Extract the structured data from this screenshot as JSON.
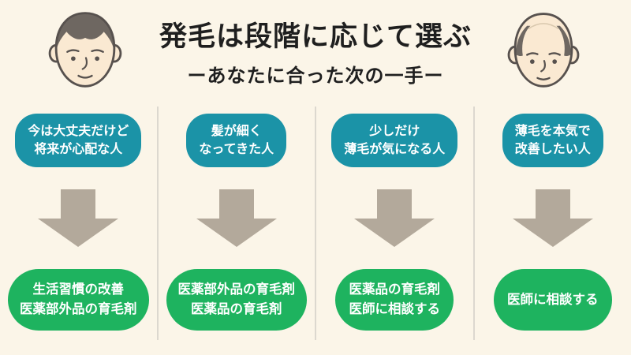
{
  "header": {
    "title": "発毛は段階に応じて選ぶ",
    "subtitle": "ーあなたに合った次の一手ー"
  },
  "columns": [
    {
      "condition_lines": [
        "今は大丈夫だけど",
        "将来が心配な人"
      ],
      "recommendation_lines": [
        "生活習慣の改善",
        "医薬部外品の育毛剤"
      ]
    },
    {
      "condition_lines": [
        "髪が細く",
        "なってきた人"
      ],
      "recommendation_lines": [
        "医薬部外品の育毛剤",
        "医薬品の育毛剤"
      ]
    },
    {
      "condition_lines": [
        "少しだけ",
        "薄毛が気になる人"
      ],
      "recommendation_lines": [
        "医薬品の育毛剤",
        "医師に相談する"
      ]
    },
    {
      "condition_lines": [
        "薄毛を本気で",
        "改善したい人"
      ],
      "recommendation_lines": [
        "医師に相談する"
      ]
    }
  ],
  "icons": {
    "left_face": "man-full-hair-icon",
    "right_face": "man-balding-icon",
    "arrow": "down-arrow-icon"
  },
  "colors": {
    "background": "#FBF5E8",
    "condition_box": "#1B93A7",
    "recommendation_box": "#1EB35F",
    "arrow": "#B3A99B",
    "divider": "#DCD8CF",
    "text_dark": "#1F1F1F",
    "text_light": "#FFFFFF",
    "face_skin": "#FAE9D2",
    "face_hair": "#6E6761",
    "face_outline": "#57514E"
  }
}
